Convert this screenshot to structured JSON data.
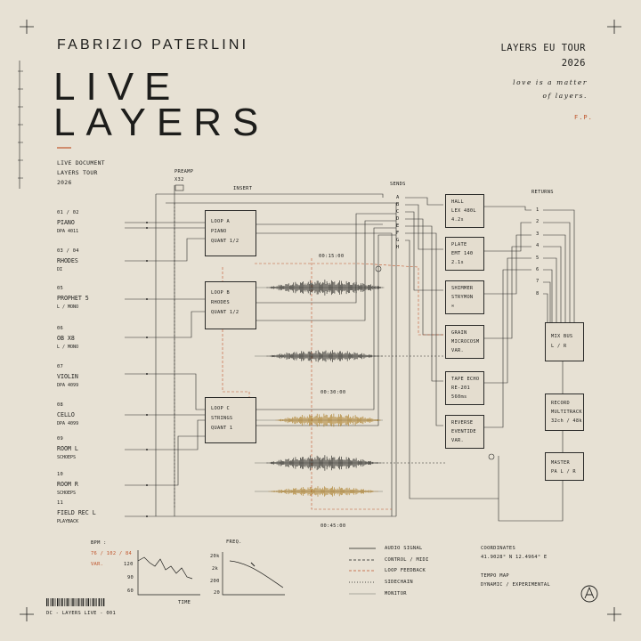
{
  "header": {
    "artist": "FABRIZIO PATERLINI",
    "title_line1": "LIVE",
    "title_line2": "LAYERS",
    "doc_lines": [
      "LIVE DOCUMENT",
      "LAYERS TOUR",
      "2026"
    ],
    "tour_line1": "LAYERS EU TOUR",
    "tour_line2": "2026",
    "quote_line1": "love is a matter",
    "quote_line2": "of layers.",
    "initials": "F.P."
  },
  "labels": {
    "preamp": "PREAMP",
    "preamp_sub": "X32",
    "insert": "INSERT",
    "sends": "SENDS",
    "returns": "RETURNS"
  },
  "channels": [
    {
      "id": "01 / 02",
      "name": "PIANO",
      "sub": "DPA 4011"
    },
    {
      "id": "03 / 04",
      "name": "RHODES",
      "sub": "DI"
    },
    {
      "id": "05",
      "name": "PROPHET 5",
      "sub": "L / MONO"
    },
    {
      "id": "06",
      "name": "OB X8",
      "sub": "L / MONO"
    },
    {
      "id": "07",
      "name": "VIOLIN",
      "sub": "DPA 4099"
    },
    {
      "id": "08",
      "name": "CELLO",
      "sub": "DPA 4099"
    },
    {
      "id": "09",
      "name": "ROOM L",
      "sub": "SCHOEPS"
    },
    {
      "id": "10",
      "name": "ROOM R",
      "sub": "SCHOEPS"
    },
    {
      "id": "11",
      "name": "FIELD REC L",
      "sub": "PLAYBACK"
    }
  ],
  "loops": [
    {
      "title": "LOOP A",
      "instrument": "PIANO",
      "quant": "QUANT 1/2"
    },
    {
      "title": "LOOP B",
      "instrument": "RHODES",
      "quant": "QUANT 1/2"
    },
    {
      "title": "LOOP C",
      "instrument": "STRINGS",
      "quant": "QUANT 1"
    }
  ],
  "timestamps": [
    "00:15:00",
    "00:30:00",
    "00:45:00"
  ],
  "send_letters": [
    "A",
    "B",
    "C",
    "D",
    "E",
    "F",
    "G",
    "H"
  ],
  "effects": [
    {
      "name": "HALL",
      "model": "LEX 480L",
      "value": "4.2s"
    },
    {
      "name": "PLATE",
      "model": "EMT 140",
      "value": "2.1s"
    },
    {
      "name": "SHIMMER",
      "model": "STRYMON",
      "value": "∞"
    },
    {
      "name": "GRAIN",
      "model": "MICROCOSM",
      "value": "VAR."
    },
    {
      "name": "TAPE ECHO",
      "model": "RE-201",
      "value": "560ms"
    },
    {
      "name": "REVERSE",
      "model": "EVENTIDE",
      "value": "VAR."
    }
  ],
  "return_numbers": [
    "1",
    "2",
    "3",
    "4",
    "5",
    "6",
    "7",
    "8"
  ],
  "mix": {
    "mixbus": [
      "MIX BUS",
      "L / R"
    ],
    "record": [
      "RECORD",
      "MULTITRACK",
      "32ch / 48k"
    ],
    "master": [
      "MASTER",
      "PA L / R"
    ]
  },
  "bpm": {
    "label": "BPM :",
    "values": "76 / 102 / 84",
    "var": "VAR.",
    "ticks": [
      "120",
      "90",
      "60"
    ],
    "xlabel": "TIME"
  },
  "freq": {
    "label": "FREQ.",
    "ticks": [
      "20k",
      "2k",
      "200",
      "20"
    ]
  },
  "legend": [
    {
      "label": "AUDIO SIGNAL",
      "style": "solid"
    },
    {
      "label": "CONTROL / MIDI",
      "style": "dashed"
    },
    {
      "label": "LOOP FEEDBACK",
      "style": "orange-dashed"
    },
    {
      "label": "SIDECHAIN",
      "style": "dotted"
    },
    {
      "label": "MONITOR",
      "style": "thin"
    }
  ],
  "coords": {
    "label": "COORDINATES",
    "value": "41.9028° N    12.4964° E",
    "tempo_label": "TEMPO MAP",
    "tempo_value": "DYNAMIC / EXPERIMENTAL"
  },
  "footer": {
    "catalog": "DC - LAYERS LIVE - 001"
  },
  "colors": {
    "paper": "#e7e1d4",
    "ink": "#1d1d1b",
    "accent": "#c0552c",
    "waveform_gold": "#a8781e"
  },
  "icons": {
    "logo": "circle-a-logo-icon",
    "crosshair": "registration-crosshair-icon"
  }
}
